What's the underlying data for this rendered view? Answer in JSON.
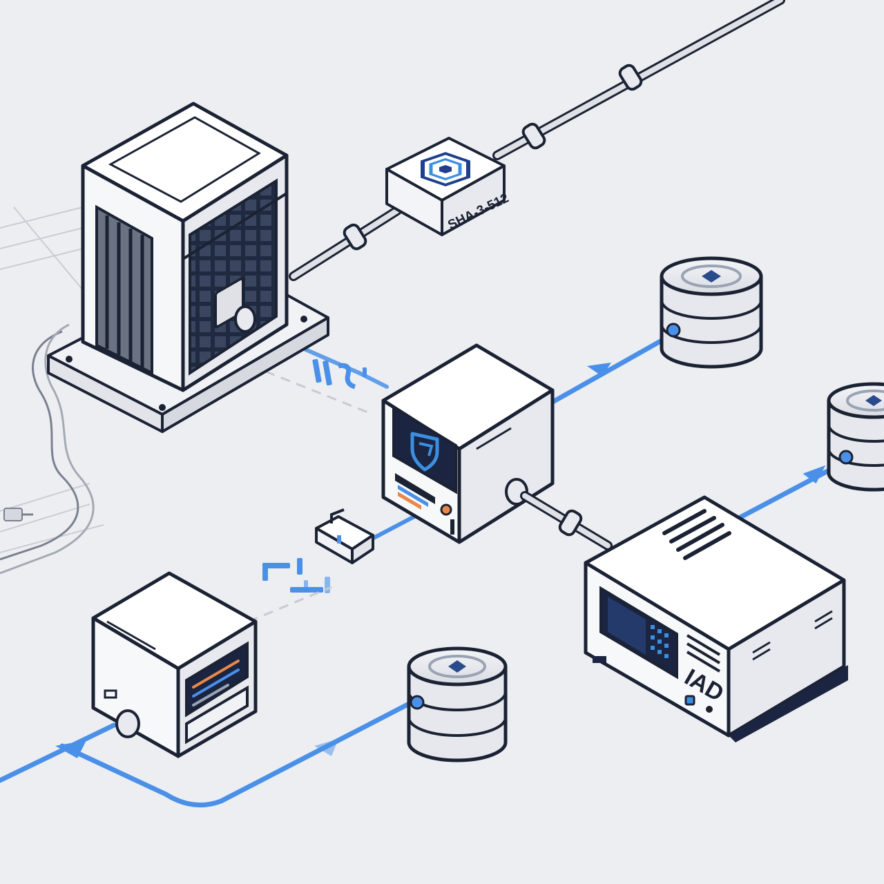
{
  "diagram": {
    "hash_module": {
      "label": "SHA-3-512",
      "icon": "hexagon-target-icon"
    },
    "appliance": {
      "label": "IAD"
    },
    "central_unit": {
      "icon": "shield-icon"
    },
    "nodes": [
      {
        "name": "mainframe-server",
        "icon": "server-tower-icon"
      },
      {
        "name": "encryption-terminal",
        "icon": "shield-icon"
      },
      {
        "name": "small-server",
        "icon": "server-cube-icon"
      },
      {
        "name": "network-appliance",
        "icon": "appliance-icon"
      },
      {
        "name": "database-top",
        "icon": "database-icon"
      },
      {
        "name": "database-right",
        "icon": "database-icon"
      },
      {
        "name": "database-bottom",
        "icon": "database-icon"
      },
      {
        "name": "connector-plug",
        "icon": "plug-icon"
      }
    ],
    "colors": {
      "background": "#eceef2",
      "outline": "#1b2233",
      "flow": "#4a90e8",
      "panel_dark": "#1f2d4a",
      "screen_blue": "#3b8fe0",
      "accent_orange": "#e8884a",
      "device_face": "#ffffff",
      "device_side": "#e7e9ee"
    }
  }
}
